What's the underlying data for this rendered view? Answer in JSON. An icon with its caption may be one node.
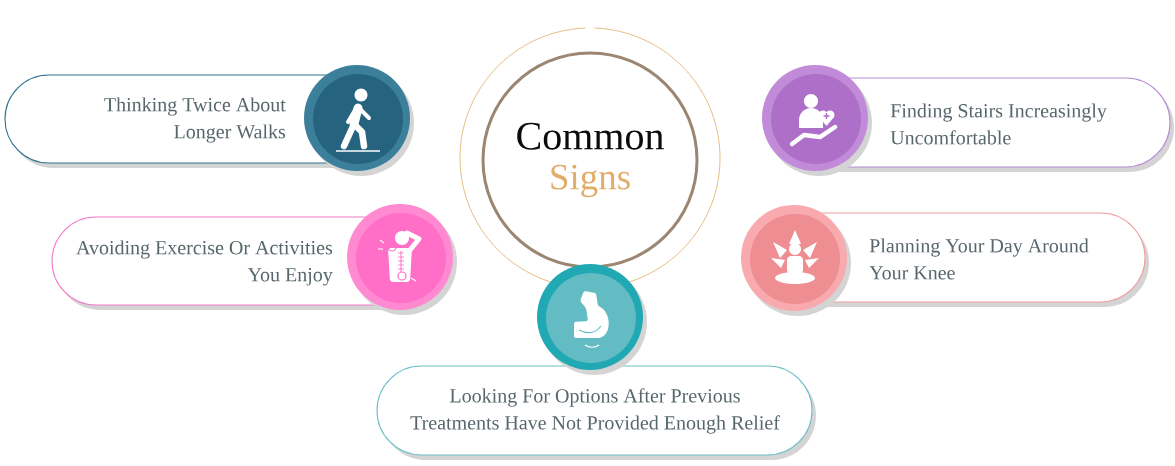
{
  "diagram": {
    "nodes": [
      {
        "text": [
          "Common",
          "Signs"
        ]
      },
      {
        "text": [
          "Thinking Twice About Longer Walks"
        ]
      },
      {
        "text": [
          "Finding Stairs Increasingly Uncomfortable"
        ]
      },
      {
        "text": [
          "Avoiding Exercise Or Activities You Enjoy"
        ]
      },
      {
        "text": [
          "Planning Your Day Around Your Knee"
        ]
      },
      {
        "text": [
          "Looking For Options After Previous Treatments Have Not Provided Enough Relief"
        ]
      }
    ]
  }
}
